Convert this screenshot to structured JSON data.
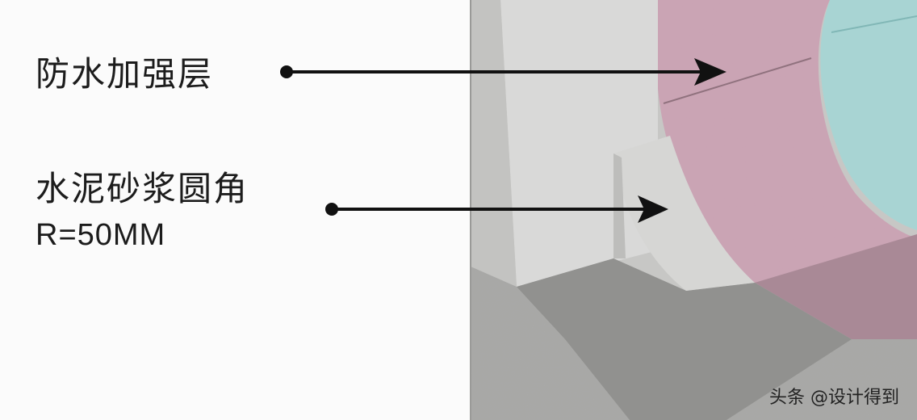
{
  "labels": {
    "waterproof_layer": "防水加强层",
    "mortar_fillet": "水泥砂浆圆角",
    "radius": "R=50MM"
  },
  "watermark": "头条 @设计得到",
  "colors": {
    "background": "#fbfbfb",
    "wall": "#c9c9c7",
    "wall_face": "#dcdcdb",
    "floor": "#a9a9a7",
    "waterproof_layer": "#c8a4b4",
    "pipe": "#a6d3d2",
    "mortar": "#d4d4d2",
    "text": "#1c1c1c"
  },
  "icons": [
    "pointer-arrow-icon"
  ]
}
